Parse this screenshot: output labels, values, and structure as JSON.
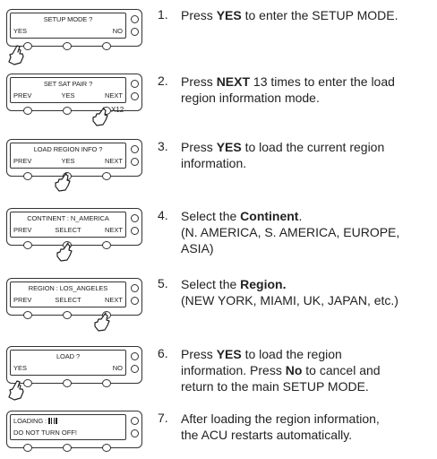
{
  "steps": [
    {
      "number": "1.",
      "lcd": {
        "title": "SETUP MODE ?",
        "left": "YES",
        "center": "",
        "right": "NO"
      },
      "text": {
        "pre": "Press ",
        "bold": "YES",
        "post": " to enter the SETUP MODE.",
        "line2": ""
      }
    },
    {
      "number": "2.",
      "lcd": {
        "title": "SET SAT PAIR ?",
        "left": "PREV",
        "center": "YES",
        "right": "NEXT"
      },
      "press_count": "X12",
      "text": {
        "pre": "Press ",
        "bold": "NEXT",
        "post": " 13 times to enter the load",
        "line2": "region information mode."
      }
    },
    {
      "number": "3.",
      "lcd": {
        "title": "LOAD REGION INFO ?",
        "left": "PREV",
        "center": "YES",
        "right": "NEXT"
      },
      "text": {
        "pre": "Press ",
        "bold": "YES",
        "post": " to load the current region",
        "line2": "information."
      }
    },
    {
      "number": "4.",
      "lcd": {
        "title": "CONTINENT : N_AMERICA",
        "left": "PREV",
        "center": "SELECT",
        "right": "NEXT"
      },
      "text": {
        "pre": "Select the ",
        "bold": "Continent",
        "post": ".",
        "line2": "(N. AMERICA, S. AMERICA, EUROPE,",
        "line3": "ASIA)"
      }
    },
    {
      "number": "5.",
      "lcd": {
        "title": "REGION : LOS_ANGELES",
        "left": "PREV",
        "center": "SELECT",
        "right": "NEXT"
      },
      "text": {
        "pre": "Select the ",
        "bold": "Region.",
        "post": "",
        "line2": "(NEW YORK, MIAMI, UK, JAPAN, etc.)"
      }
    },
    {
      "number": "6.",
      "lcd": {
        "title": "LOAD ?",
        "left": "YES",
        "center": "",
        "right": "NO"
      },
      "text": {
        "pre": "Press ",
        "bold": "YES",
        "post": " to load the region",
        "line2_pre": "information. Press ",
        "line2_bold": "No",
        "line2_post": " to cancel and",
        "line3": "return to the main SETUP MODE."
      }
    },
    {
      "number": "7.",
      "lcd": {
        "title": "LOADING :",
        "line2": "DO NOT TURN OFF!"
      },
      "text": {
        "pre": "After loading the region information,",
        "bold": "",
        "post": "",
        "line2": "the ACU restarts automatically."
      }
    }
  ]
}
